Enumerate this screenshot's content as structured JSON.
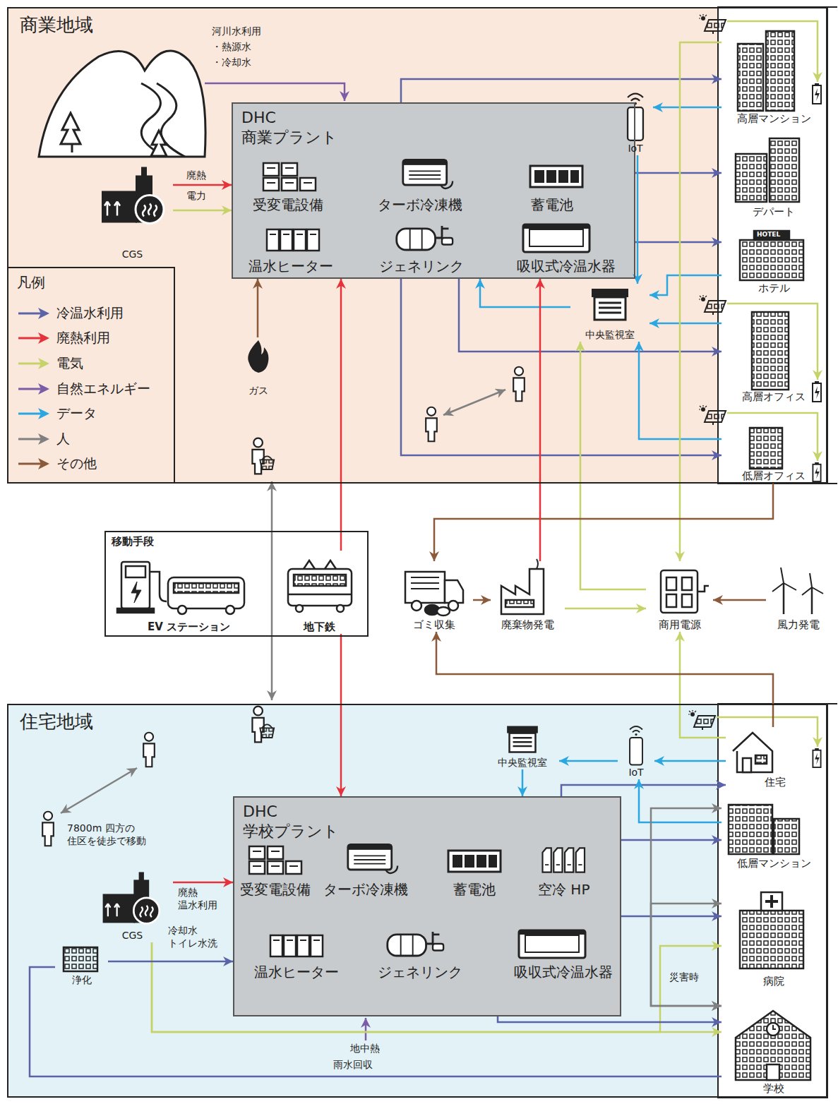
{
  "diagram": {
    "nodes": [
      {
        "text": [
          "商業地域"
        ]
      },
      {
        "text": [
          "凡例"
        ],
        "in": 0
      },
      {
        "text": [
          "DHC 商業プラント"
        ],
        "in": 0
      },
      {
        "text": [
          "CGS"
        ],
        "in": 0
      },
      {
        "text": [
          "IoT"
        ],
        "in": 0
      },
      {
        "text": [
          "中央監視室"
        ],
        "in": 0
      },
      {
        "text": [
          "ガス"
        ],
        "in": 0
      },
      {
        "text": [
          "高層マンション"
        ],
        "in": 0
      },
      {
        "text": [
          "デパート"
        ],
        "in": 0
      },
      {
        "text": [
          "ホテル"
        ],
        "in": 0
      },
      {
        "text": [
          "高層オフィス"
        ],
        "in": 0
      },
      {
        "text": [
          "低層オフィス"
        ],
        "in": 0
      },
      {
        "text": [
          "移動手段"
        ]
      },
      {
        "text": [
          "EV ステーション"
        ],
        "in": 12
      },
      {
        "text": [
          "地下鉄"
        ],
        "in": 12
      },
      {
        "text": [
          "ゴミ収集"
        ]
      },
      {
        "text": [
          "廃棄物発電"
        ]
      },
      {
        "text": [
          "商用電源"
        ]
      },
      {
        "text": [
          "風力発電"
        ]
      },
      {
        "text": [
          "住宅地域"
        ]
      },
      {
        "text": [
          "DHC 学校プラント"
        ],
        "in": 19
      },
      {
        "text": [
          "CGS"
        ],
        "in": 19
      },
      {
        "text": [
          "浄化"
        ],
        "in": 19
      },
      {
        "text": [
          "中央監視室"
        ],
        "in": 19
      },
      {
        "text": [
          "IoT"
        ],
        "in": 19
      },
      {
        "text": [
          "住宅"
        ],
        "in": 19
      },
      {
        "text": [
          "低層マンション"
        ],
        "in": 19
      },
      {
        "text": [
          "病院"
        ],
        "in": 19
      },
      {
        "text": [
          "学校"
        ],
        "in": 19
      }
    ],
    "edges": [
      {
        "from": 3,
        "to": 2,
        "arrow": "to",
        "label": "廃熱"
      },
      {
        "from": 3,
        "to": 2,
        "arrow": "to",
        "label": "電力"
      },
      {
        "from": 6,
        "to": 2,
        "arrow": "to"
      },
      {
        "from": 2,
        "to": 7,
        "arrow": "to"
      },
      {
        "from": 2,
        "to": 8,
        "arrow": "to"
      },
      {
        "from": 2,
        "to": 9,
        "arrow": "to"
      },
      {
        "from": 2,
        "to": 10,
        "arrow": "to"
      },
      {
        "from": 2,
        "to": 11,
        "arrow": "to"
      },
      {
        "from": 7,
        "to": 4,
        "arrow": "to"
      },
      {
        "from": 4,
        "to": 5,
        "arrow": "to"
      },
      {
        "from": 5,
        "to": 2,
        "arrow": "to"
      },
      {
        "from": 9,
        "to": 5,
        "arrow": "to"
      },
      {
        "from": 10,
        "to": 5,
        "arrow": "to"
      },
      {
        "from": 11,
        "to": 5,
        "arrow": "to"
      },
      {
        "from": 7,
        "to": 17,
        "arrow": "to"
      },
      {
        "from": 17,
        "to": 5,
        "arrow": "to"
      },
      {
        "from": 11,
        "to": 15,
        "arrow": "to"
      },
      {
        "from": 15,
        "to": 16,
        "arrow": "to"
      },
      {
        "from": 16,
        "to": 17,
        "arrow": "to"
      },
      {
        "from": 16,
        "to": 2,
        "arrow": "to"
      },
      {
        "from": 18,
        "to": 17,
        "arrow": "to"
      },
      {
        "from": 14,
        "to": 2,
        "arrow": "to"
      },
      {
        "from": 14,
        "to": 20,
        "arrow": "to"
      },
      {
        "from": 25,
        "to": 17,
        "arrow": "to"
      },
      {
        "from": 25,
        "to": 15,
        "arrow": "to"
      },
      {
        "from": 21,
        "to": 20,
        "arrow": "to",
        "label": "廃熱 温水利用"
      },
      {
        "from": 21,
        "to": 28,
        "arrow": "to"
      },
      {
        "from": 21,
        "to": 27,
        "arrow": "to"
      },
      {
        "from": 22,
        "to": 20,
        "arrow": "to",
        "label": "冷却水 トイレ水洗"
      },
      {
        "from": 28,
        "to": 22,
        "arrow": "none",
        "label": "雨水回収"
      },
      {
        "from": 20,
        "to": 25,
        "arrow": "to"
      },
      {
        "from": 20,
        "to": 26,
        "arrow": "to"
      },
      {
        "from": 20,
        "to": 27,
        "arrow": "to"
      },
      {
        "from": 20,
        "to": 28,
        "arrow": "to"
      },
      {
        "from": 25,
        "to": 24,
        "arrow": "to"
      },
      {
        "from": 26,
        "to": 24,
        "arrow": "to"
      },
      {
        "from": 24,
        "to": 23,
        "arrow": "to"
      },
      {
        "from": 23,
        "to": 20,
        "arrow": "to"
      },
      {
        "from": 28,
        "to": 26,
        "arrow": "both",
        "label": "災害時"
      },
      {
        "from": 28,
        "to": 27,
        "arrow": "both"
      }
    ],
    "labels": [
      "河川水利用",
      "・熱源水",
      "・冷却水",
      "受変電設備",
      "ターボ冷凍機",
      "蓄電池",
      "温水ヒーター",
      "ジェネリンク",
      "吸収式冷温水器",
      "受変電設備",
      "ターボ冷凍機",
      "蓄電池",
      "空冷 HP",
      "温水ヒーター",
      "ジェネリンク",
      "吸収式冷温水器",
      "7800m 四方の 住区を徒歩で移動",
      "地中熱",
      "HOTEL"
    ],
    "legend": [
      {
        "text": "冷温水利用",
        "color": "#5b63a8"
      },
      {
        "text": "廃熱利用",
        "color": "#e5323b"
      },
      {
        "text": "電気",
        "color": "#c6d36a"
      },
      {
        "text": "自然エネルギー",
        "color": "#7b5ca6"
      },
      {
        "text": "データ",
        "color": "#2aa6e0"
      },
      {
        "text": "人",
        "color": "#808080"
      },
      {
        "text": "その他",
        "color": "#8a5a3b"
      }
    ]
  }
}
